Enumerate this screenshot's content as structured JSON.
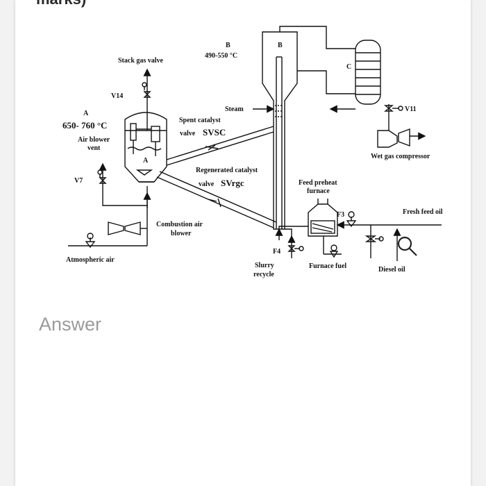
{
  "page": {
    "clipped_title": "marks)",
    "answer_heading": "Answer"
  },
  "diagram": {
    "labels": {
      "B_top_letter": "B",
      "B_temp": "490-550 °C",
      "B_column_letter": "B",
      "C_letter": "C",
      "stack_gas_valve": "Stack gas valve",
      "V14": "V14",
      "A_letter": "A",
      "A_temp": "650- 760 °C",
      "air_blower_vent_1": "Air blower",
      "air_blower_vent_2": "vent",
      "regen_inner_A": "A",
      "steam": "Steam",
      "spent_catalyst": "Spent catalyst",
      "valve_word_1": "valve",
      "svsc": "SVSC",
      "V11": "V11",
      "wet_gas_compressor": "Wet gas compressor",
      "regen_catalyst": "Regenerated catalyst",
      "valve_word_2": "valve",
      "svrgc": "SVrgc",
      "V7": "V7",
      "feed_preheat_1": "Feed preheat",
      "feed_preheat_2": "furnace",
      "F3": "F3",
      "fresh_feed_oil": "Fresh feed oil",
      "combustion_air_1": "Combustion air",
      "combustion_air_2": "blower",
      "F4": "F4",
      "slurry_1": "Slurry",
      "slurry_2": "recycle",
      "furnace_fuel": "Furnace fuel",
      "diesel_oil": "Diesel oil",
      "atmospheric_air": "Atmospheric air"
    },
    "icons": {
      "zoom": "magnifier-icon"
    }
  }
}
